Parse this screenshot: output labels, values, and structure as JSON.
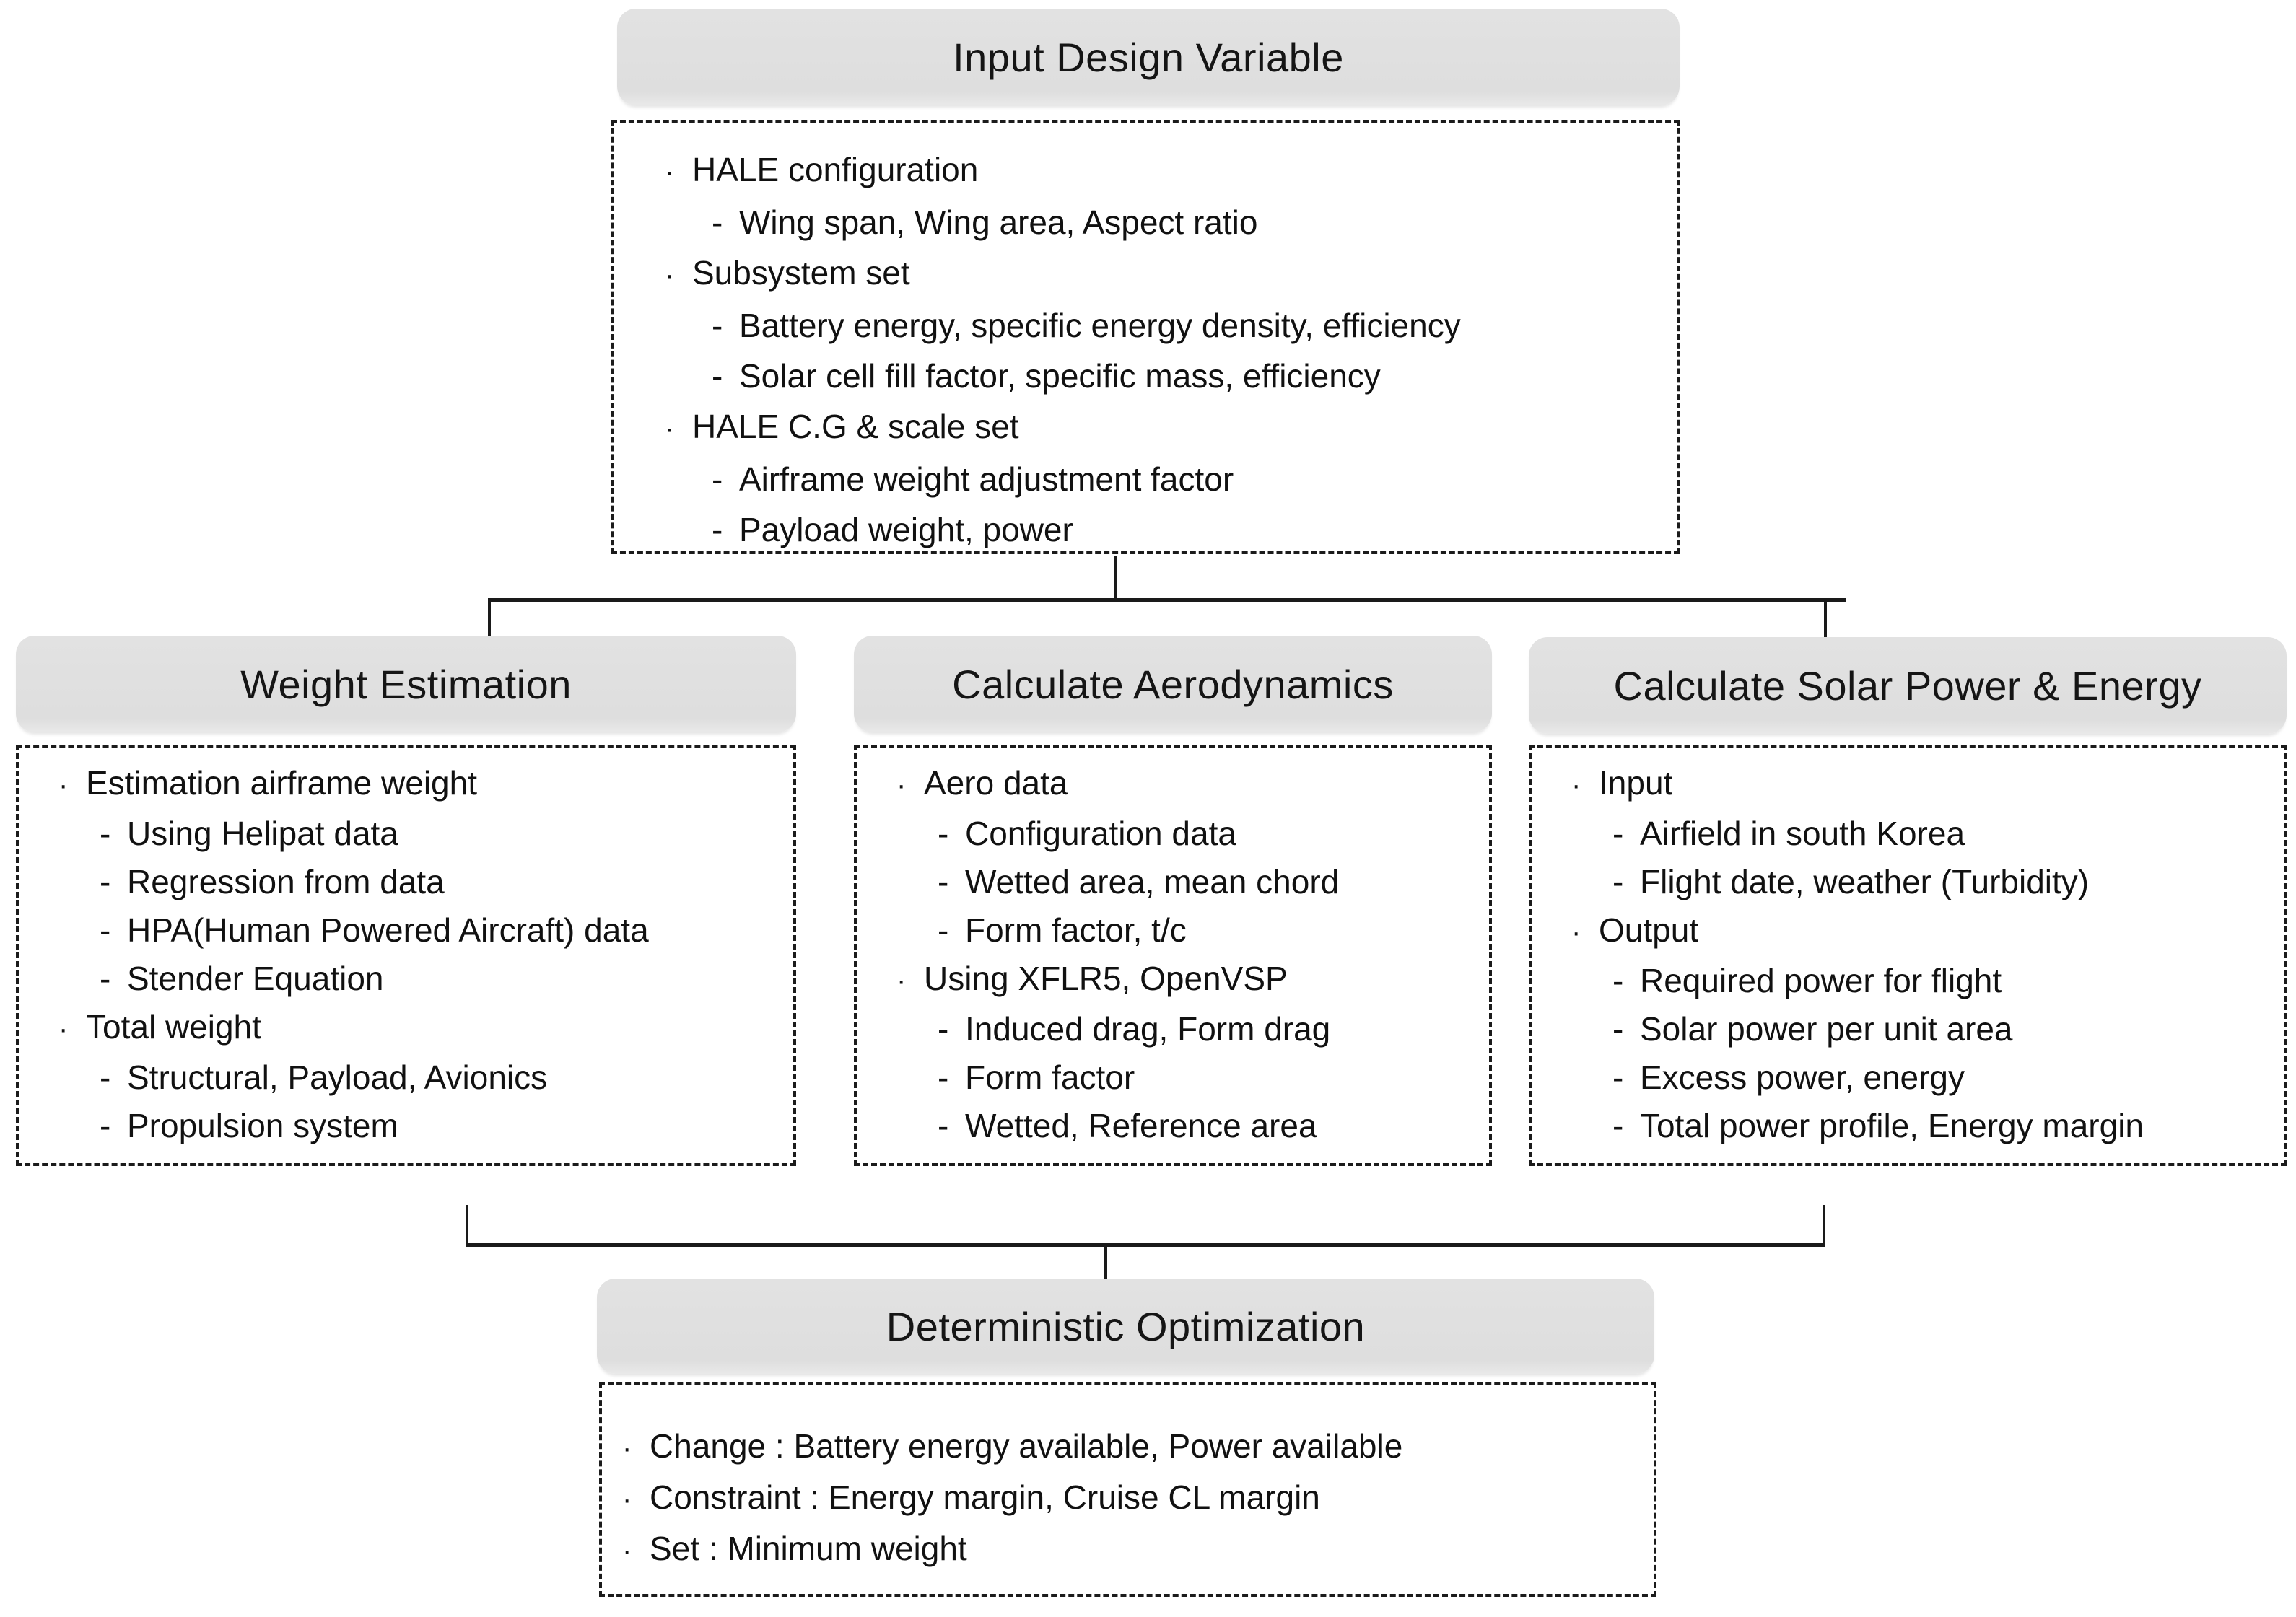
{
  "colors": {
    "header_fill": "#e0e0e0",
    "line": "#1a1a1a",
    "background": "#ffffff",
    "text": "#111111"
  },
  "boxes": {
    "input": {
      "title": "Input Design Variable",
      "items": [
        {
          "label": "HALE configuration",
          "children": [
            "Wing span, Wing area, Aspect ratio"
          ]
        },
        {
          "label": "Subsystem set",
          "children": [
            "Battery energy, specific energy density, efficiency",
            "Solar cell fill factor, specific mass, efficiency"
          ]
        },
        {
          "label": "HALE C.G & scale set",
          "children": [
            "Airframe weight adjustment factor",
            "Payload weight, power"
          ]
        }
      ]
    },
    "weight": {
      "title": "Weight Estimation",
      "items": [
        {
          "label": "Estimation airframe weight",
          "children": [
            "Using Helipat data",
            "Regression from data",
            "HPA(Human Powered Aircraft) data",
            "Stender Equation"
          ]
        },
        {
          "label": "Total weight",
          "children": [
            "Structural, Payload, Avionics",
            "Propulsion system"
          ]
        }
      ]
    },
    "aero": {
      "title": "Calculate Aerodynamics",
      "items": [
        {
          "label": "Aero data",
          "children": [
            "Configuration data",
            "Wetted area, mean chord",
            "Form factor, t/c"
          ]
        },
        {
          "label": "Using XFLR5, OpenVSP",
          "children": [
            "Induced drag, Form drag",
            "Form factor",
            "Wetted, Reference area"
          ]
        }
      ]
    },
    "solar": {
      "title": "Calculate Solar Power & Energy",
      "items": [
        {
          "label": "Input",
          "children": [
            "Airfield in south Korea",
            "Flight date, weather (Turbidity)"
          ]
        },
        {
          "label": "Output",
          "children": [
            "Required power for flight",
            "Solar power per unit area",
            "Excess power, energy",
            "Total power profile, Energy margin"
          ]
        }
      ]
    },
    "optimization": {
      "title": "Deterministic Optimization",
      "items": [
        {
          "label": "Change : Battery energy available, Power available",
          "children": []
        },
        {
          "label": "Constraint : Energy margin, Cruise CL margin",
          "children": []
        },
        {
          "label": "Set : Minimum weight",
          "children": []
        }
      ]
    }
  }
}
